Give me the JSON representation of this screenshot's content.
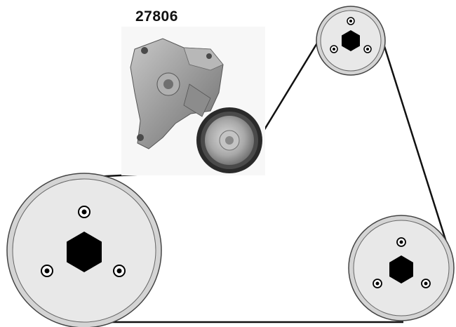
{
  "diagram": {
    "part_number": "27806",
    "belt_color": "#111111",
    "pulley_face_color": "#e6e6e6",
    "pulley_rim_color": "#d0d0d0",
    "hub_color": "#000000",
    "tensioner_photo_tone": "#8a8a8a",
    "pulleys": [
      {
        "name": "top-idler-pulley"
      },
      {
        "name": "crankshaft-pulley"
      },
      {
        "name": "lower-right-pulley"
      },
      {
        "name": "tensioner-pulley"
      }
    ]
  }
}
